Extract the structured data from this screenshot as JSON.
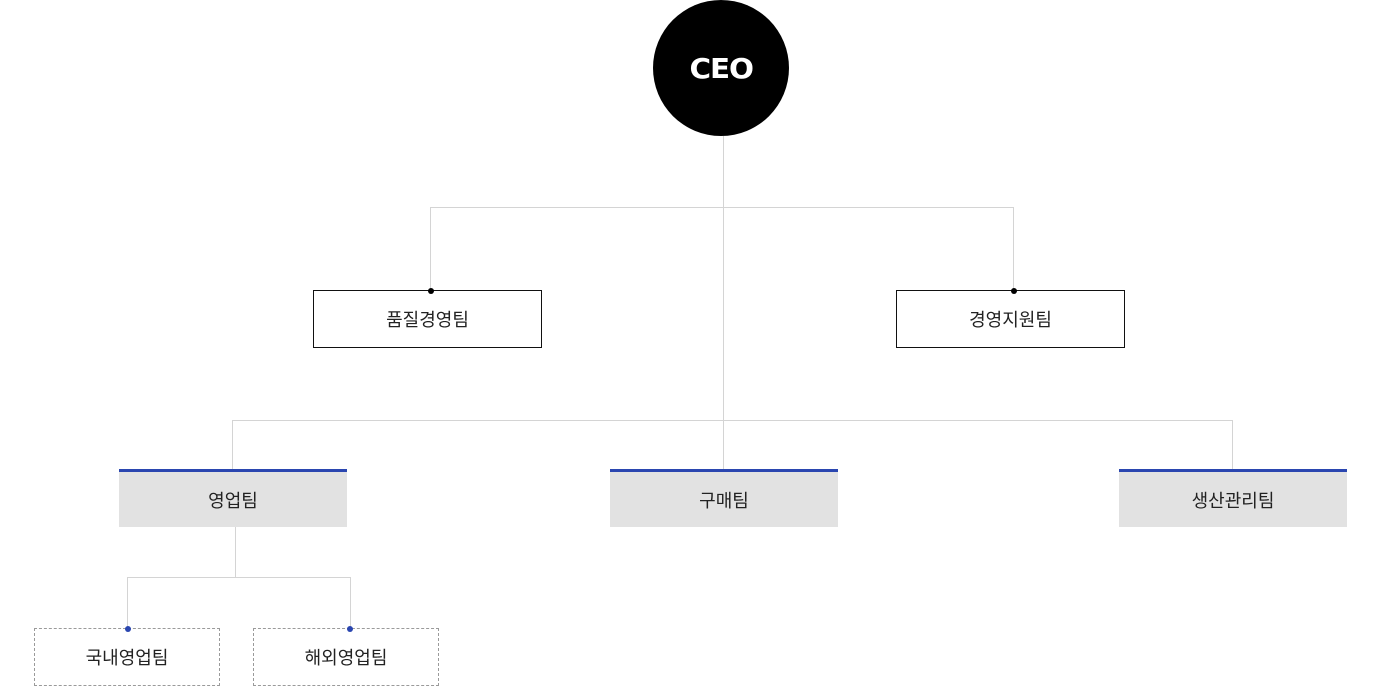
{
  "ceo": {
    "label": "CEO"
  },
  "level1": [
    {
      "label": "품질경영팀"
    },
    {
      "label": "경영지원팀"
    }
  ],
  "level2": [
    {
      "label": "영업팀"
    },
    {
      "label": "구매팀"
    },
    {
      "label": "생산관리팀"
    }
  ],
  "level3": [
    {
      "label": "국내영업팀"
    },
    {
      "label": "해외영업팀"
    }
  ],
  "colors": {
    "ceo_fill": "#000000",
    "connector": "#d4d4d4",
    "accent_blue": "#2a46b0",
    "team_fill": "#e2e2e2"
  }
}
